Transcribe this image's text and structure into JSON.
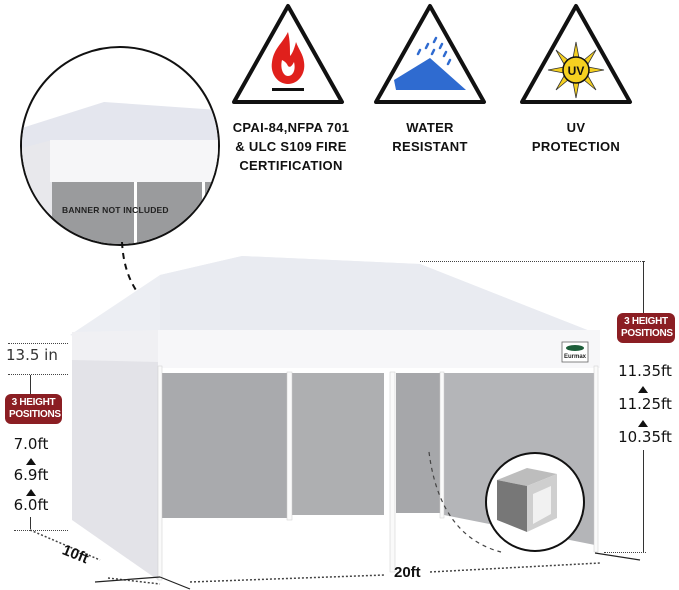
{
  "features": [
    {
      "icon": "fire-icon",
      "label_lines": [
        "CPAI-84,NFPA 701",
        "& ULC S109 FIRE",
        "CERTIFICATION"
      ],
      "color": "#e0201c"
    },
    {
      "icon": "water-icon",
      "label_lines": [
        "WATER",
        "RESISTANT"
      ],
      "color": "#2f6bd0"
    },
    {
      "icon": "uv-sun-icon",
      "label_lines": [
        "UV",
        "PROTECTION"
      ],
      "color": "#f5d020",
      "icon_text": "UV"
    }
  ],
  "callout_banner": {
    "text": "BANNER NOT INCLUDED"
  },
  "left_heights": {
    "top_offset": "13.5 in",
    "badge_lines": [
      "3 HEIGHT",
      "POSITIONS"
    ],
    "values": [
      "7.0ft",
      "6.9ft",
      "6.0ft"
    ]
  },
  "right_heights": {
    "badge_lines": [
      "3 HEIGHT",
      "POSITIONS"
    ],
    "values": [
      "11.35ft",
      "11.25ft",
      "10.35ft"
    ]
  },
  "dimensions": {
    "depth": "10ft",
    "width": "20ft"
  },
  "brand_tag": "Eurmax",
  "colors": {
    "badge": "#8b1e23",
    "canopy": "#f3f3f6",
    "sidewall_gray": "#a9aaad"
  }
}
